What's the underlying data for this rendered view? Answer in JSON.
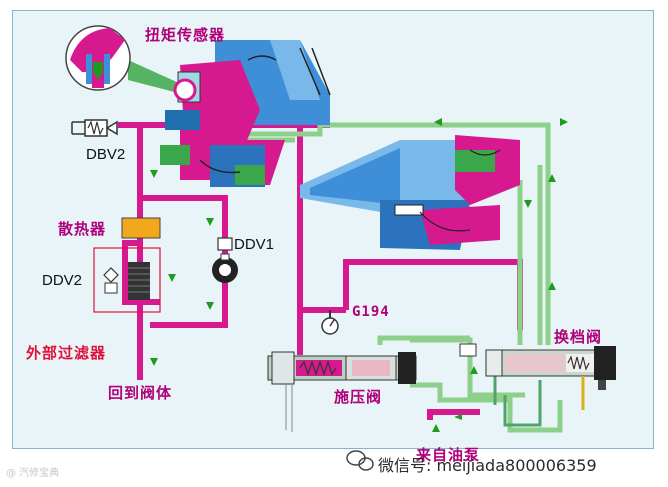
{
  "colors": {
    "pressure_line": "#d6198f",
    "return_line": "#8cd08a",
    "housing_blue": "#3f8fd8",
    "housing_light": "#79b9e9",
    "flow_arrow": "#1f9a20",
    "label_magenta": "#b0007a",
    "label_red": "#e0103a",
    "cooler": "#f2a81c"
  },
  "labels": {
    "torque_sensor": "扭矩传感器",
    "dbv2": "DBV2",
    "cooler": "散热器",
    "ddv1": "DDV1",
    "ddv2": "DDV2",
    "external_filter": "外部过滤器",
    "return_to_body": "回到阀体",
    "g194": "G194",
    "shift_valve": "换档阀",
    "pressure_valve": "施压阀",
    "from_pump": "来自油泵"
  },
  "watermark": {
    "wechat_text": "微信号: meijiada800006359",
    "corner_text": "@ 汽修宝典"
  }
}
